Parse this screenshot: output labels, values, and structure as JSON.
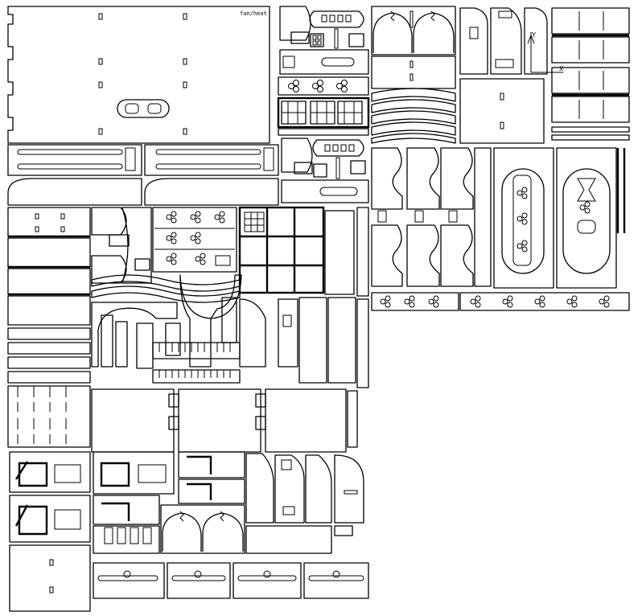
{
  "diagram": {
    "kind": "laser-cut parts nesting layout",
    "stroke_color": "#000000",
    "background_color": "#ffffff",
    "part_label": "fan/heat",
    "ucs_axis_labels": {
      "y": "Y",
      "x": "X"
    }
  }
}
